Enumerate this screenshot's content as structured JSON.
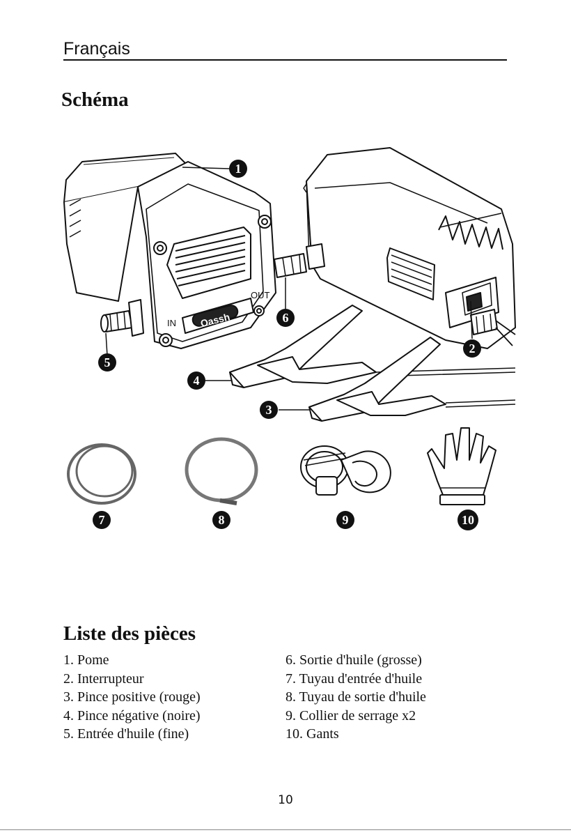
{
  "header": {
    "language": "Français"
  },
  "diagram_title": "Schéma",
  "diagram": {
    "labels": {
      "in": "IN",
      "out": "OUT",
      "logo": "Oassh"
    },
    "callouts": [
      "1",
      "2",
      "3",
      "4",
      "5",
      "6",
      "7",
      "8",
      "9",
      "10"
    ]
  },
  "parts_title": "Liste des pièces",
  "parts": {
    "left": [
      "1. Pome",
      "2. Interrupteur",
      "3. Pince positive (rouge)",
      "4. Pince négative (noire)",
      "5. Entrée d'huile (fine)"
    ],
    "right": [
      "6. Sortie d'huile (grosse)",
      "7. Tuyau d'entrée d'huile",
      "8. Tuyau de sortie d'huile",
      "9. Collier de serrage x2",
      "10. Gants"
    ]
  },
  "page_number": "10"
}
